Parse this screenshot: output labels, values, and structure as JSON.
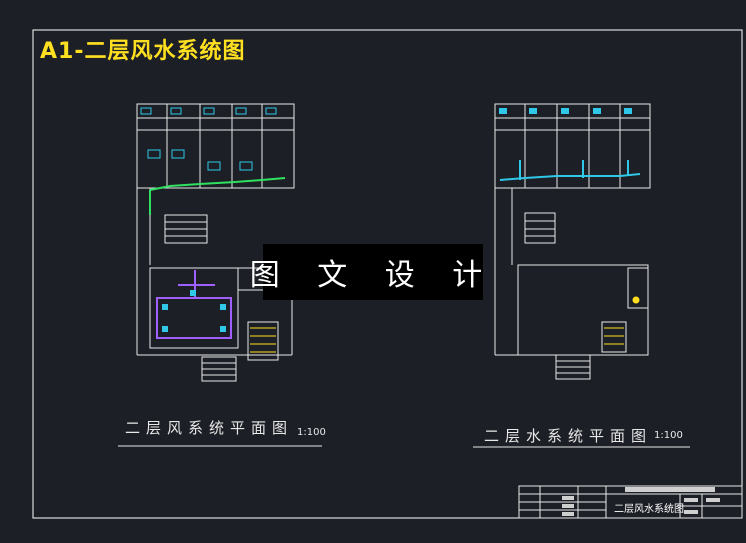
{
  "sheet": {
    "title": "A1-二层风水系统图",
    "watermark": "图 文 设 计"
  },
  "plans": {
    "left": {
      "title": "二层风系统平面图",
      "scale": "1:100"
    },
    "right": {
      "title": "二层水系统平面图",
      "scale": "1:100"
    }
  },
  "title_block": {
    "drawing_name": "二层风水系统图",
    "colors": {
      "frame": "#ffffff",
      "accent": "#ffe020"
    }
  }
}
